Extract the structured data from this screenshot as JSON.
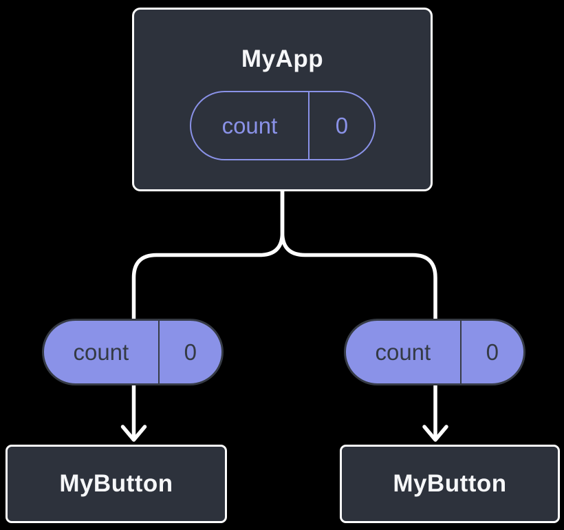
{
  "diagram": {
    "background": "#000000",
    "colors": {
      "node_fill": "#2D323C",
      "node_border": "#FFFFFF",
      "node_text": "#F6F7F9",
      "accent_lavender": "#8A92E8",
      "pill_dark_text": "#343A44",
      "pill_dark_border": "#363B45",
      "connector": "#FFFFFF"
    },
    "root": {
      "title": "MyApp",
      "state": {
        "label": "count",
        "value": "0"
      }
    },
    "children": [
      {
        "title": "MyButton",
        "prop": {
          "label": "count",
          "value": "0"
        }
      },
      {
        "title": "MyButton",
        "prop": {
          "label": "count",
          "value": "0"
        }
      }
    ]
  }
}
